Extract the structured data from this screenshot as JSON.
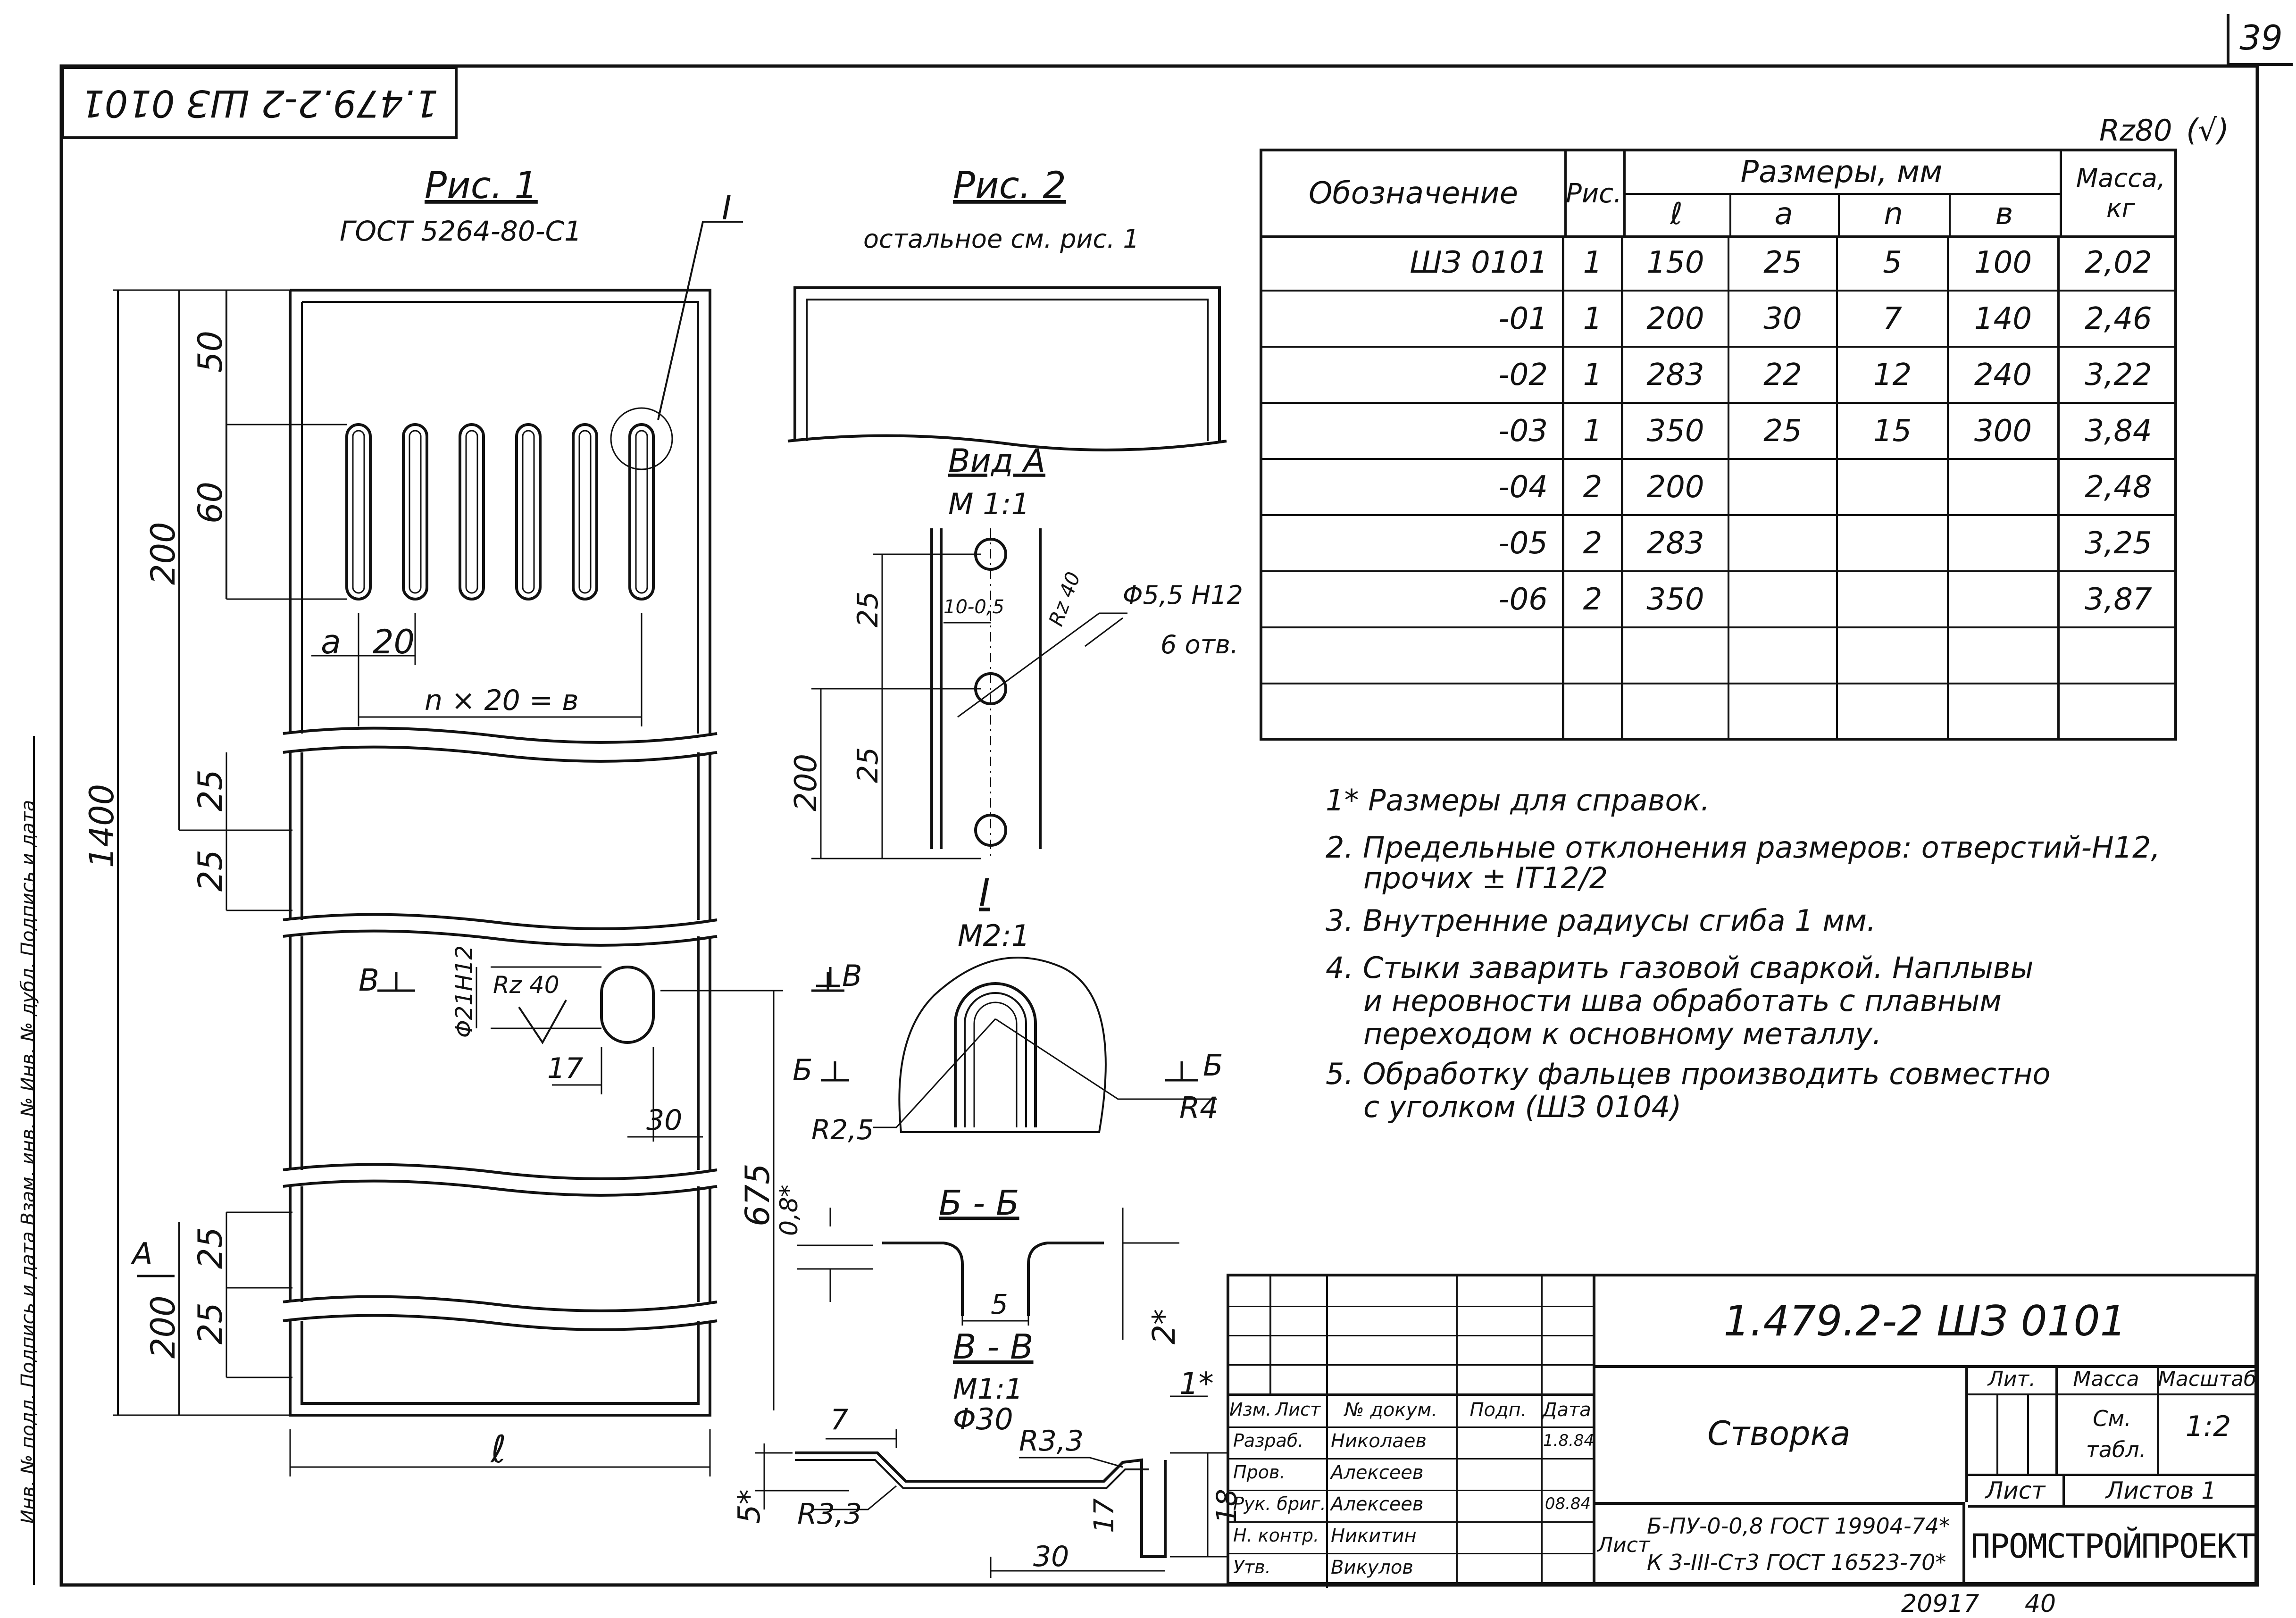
{
  "page_number": "39",
  "roughness_mark": "Rz80",
  "roughness_suffix": "(√)",
  "corner_code": "1.479.2-2 ШЗ 0101",
  "fig1": {
    "title": "Рис. 1",
    "material": "ГОСТ 5264-80-С1",
    "detail_mark": "I",
    "dims": {
      "d50": "50",
      "d60": "60",
      "d200": "200",
      "a": "a",
      "d20": "20",
      "nx20": "n × 20 = в",
      "d25a": "25",
      "d25b": "25",
      "d1400": "1400",
      "d675": "675",
      "d25c": "25",
      "d25d": "25",
      "d200b": "200",
      "l": "ℓ",
      "phi21": "Φ21Н12",
      "rz40": "Rz 40",
      "d17": "17",
      "d30": "30",
      "secB": "В",
      "secA": "А"
    }
  },
  "fig2": {
    "title": "Рис. 2",
    "note": "остальное см. рис. 1"
  },
  "view_a": {
    "title": "Вид А",
    "scale": "М 1:1",
    "d25a": "25",
    "d25b": "25",
    "d200": "200",
    "d10": "10-0,5",
    "rz40": "Rz 40",
    "hole": "Φ5,5 Н12",
    "holes_count": "6 отв."
  },
  "detail_i": {
    "title": "I",
    "scale": "М2:1",
    "sec_b_left": "В",
    "sec_b_right": "Б",
    "r25": "R2,5",
    "r4": "R4",
    "sec_b2_left": "Б",
    "sec_b2_right": "Б"
  },
  "section_bb": {
    "title": "Б - Б",
    "d08": "0,8*",
    "d5": "5",
    "d2": "2*"
  },
  "section_vv": {
    "title": "В - В",
    "scale": "М1:1",
    "phi30": "Φ30",
    "d7": "7",
    "d1": "1*",
    "r33a": "R3,3",
    "r33b": "R3,3",
    "d5": "5*",
    "d17": "17",
    "d18": "18",
    "d30": "30"
  },
  "table": {
    "header": {
      "designation": "Обозначение",
      "fig": "Рис.",
      "sizes": "Размеры, мм",
      "l": "ℓ",
      "a": "a",
      "n": "n",
      "b": "в",
      "mass": "Масса, кг"
    },
    "rows": [
      {
        "designation": "ШЗ 0101",
        "fig": "1",
        "l": "150",
        "a": "25",
        "n": "5",
        "b": "100",
        "mass": "2,02"
      },
      {
        "designation": "-01",
        "fig": "1",
        "l": "200",
        "a": "30",
        "n": "7",
        "b": "140",
        "mass": "2,46"
      },
      {
        "designation": "-02",
        "fig": "1",
        "l": "283",
        "a": "22",
        "n": "12",
        "b": "240",
        "mass": "3,22"
      },
      {
        "designation": "-03",
        "fig": "1",
        "l": "350",
        "a": "25",
        "n": "15",
        "b": "300",
        "mass": "3,84"
      },
      {
        "designation": "-04",
        "fig": "2",
        "l": "200",
        "a": "",
        "n": "",
        "b": "",
        "mass": "2,48"
      },
      {
        "designation": "-05",
        "fig": "2",
        "l": "283",
        "a": "",
        "n": "",
        "b": "",
        "mass": "3,25"
      },
      {
        "designation": "-06",
        "fig": "2",
        "l": "350",
        "a": "",
        "n": "",
        "b": "",
        "mass": "3,87"
      },
      {
        "designation": "",
        "fig": "",
        "l": "",
        "a": "",
        "n": "",
        "b": "",
        "mass": ""
      },
      {
        "designation": "",
        "fig": "",
        "l": "",
        "a": "",
        "n": "",
        "b": "",
        "mass": ""
      }
    ]
  },
  "notes": [
    "1* Размеры для справок.",
    "2. Предельные отклонения размеров: отверстий-Н12,",
    "прочих ± IT12/2",
    "3. Внутренние радиусы сгиба 1 мм.",
    "4. Стыки заварить газовой сваркой. Наплывы",
    "и неровности шва обработать с плавным",
    "переходом к основному металлу.",
    "5. Обработку фальцев производить совместно",
    "с уголком (ШЗ 0104)"
  ],
  "title_block": {
    "doc_code": "1.479.2-2 ШЗ 0101",
    "name": "Створка",
    "col_izm": "Изм.",
    "col_list": "Лист",
    "col_doc": "№ докум.",
    "col_sign": "Подп.",
    "col_date": "Дата",
    "roles": [
      {
        "role": "Разраб.",
        "name": "Николаев",
        "date": "1.8.84"
      },
      {
        "role": "Пров.",
        "name": "Алексеев",
        "date": ""
      },
      {
        "role": "Рук. бриг.",
        "name": "Алексеев",
        "date": "08.84"
      },
      {
        "role": "Н. контр.",
        "name": "Никитин",
        "date": ""
      },
      {
        "role": "Утв.",
        "name": "Викулов",
        "date": ""
      }
    ],
    "material_prefix": "Лист",
    "material_top": "Б-ПУ-0-0,8 ГОСТ 19904-74*",
    "material_bottom": "К 3-III-Ст3 ГОСТ 16523-70*",
    "lit": "Лит.",
    "mass": "Масса",
    "scale_label": "Масштаб",
    "mass_value": "См. табл.",
    "scale_value": "1:2",
    "sheet": "Лист",
    "sheets": "Листов 1",
    "org": "ПРОМСТРОЙПРОЕКТ"
  },
  "side_strip": "Инв. № подл.   Подпись и дата   Взам. инв. №   Инв. № дубл.   Подпись и дата",
  "footer": {
    "number": "20917",
    "page": "40"
  }
}
